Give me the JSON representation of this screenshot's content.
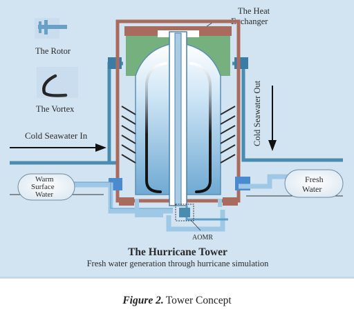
{
  "legend": {
    "rotor_label": "The Rotor",
    "vortex_label": "The Vortex"
  },
  "labels": {
    "heat_exchanger": [
      "The Heat",
      "Exchanger"
    ],
    "cold_seawater_in": "Cold Seawater In",
    "cold_seawater_out": "Cold Seawater Out",
    "warm_surface_water": [
      "Warm",
      "Surface",
      "Water"
    ],
    "fresh_water": [
      "Fresh",
      "Water"
    ],
    "aomr": "AOMR"
  },
  "title": "The Hurricane Tower",
  "subtitle": "Fresh water generation through hurricane simulation",
  "caption": {
    "figure_number": "Figure 2.",
    "text": "Tower Concept"
  },
  "colors": {
    "background": "#d2e4f1",
    "pipe_blue": "#4a8bb0",
    "pipe_light": "#9fc8e6",
    "frame_brown": "#a96b5e",
    "dome_green": "#76b07e",
    "vortex_dark": "#1c1c1c"
  }
}
